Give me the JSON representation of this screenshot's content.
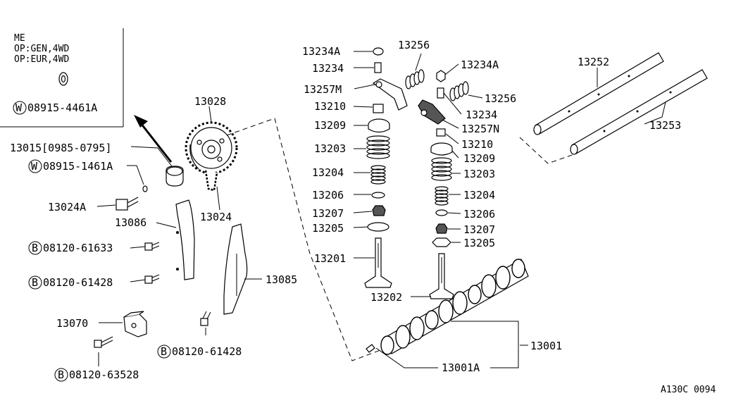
{
  "inset": {
    "lines": [
      "ME",
      "OP:GEN,4WD",
      "OP:EUR,4WD"
    ],
    "washer_ref": {
      "prefix": "W",
      "code": "08915-4461A"
    }
  },
  "labels": {
    "p13028": "13028",
    "p13015": "13015[0985-0795]",
    "w08915_1461a": {
      "prefix": "W",
      "code": "08915-1461A"
    },
    "p13024a": "13024A",
    "p13024": "13024",
    "p13086": "13086",
    "b08120_61633": {
      "prefix": "B",
      "code": "08120-61633"
    },
    "b08120_61428_left": {
      "prefix": "B",
      "code": "08120-61428"
    },
    "p13085": "13085",
    "p13070": "13070",
    "b08120_61428_bottom": {
      "prefix": "B",
      "code": "08120-61428"
    },
    "b08120_63528": {
      "prefix": "B",
      "code": "08120-63528"
    },
    "p13234a_left": "13234A",
    "p13256_top": "13256",
    "p13234a_right": "13234A",
    "p13234_left": "13234",
    "p13257m": "13257M",
    "p13256_right": "13256",
    "p13210_left": "13210",
    "p13234_right": "13234",
    "p13209_left": "13209",
    "p13257n": "13257N",
    "p13210_right": "13210",
    "p13203_left": "13203",
    "p13209_right": "13209",
    "p13204_left": "13204",
    "p13203_right": "13203",
    "p13206_left": "13206",
    "p13204_right": "13204",
    "p13207_left": "13207",
    "p13206_right": "13206",
    "p13205_left": "13205",
    "p13207_right": "13207",
    "p13205_right": "13205",
    "p13201": "13201",
    "p13202": "13202",
    "p13252": "13252",
    "p13253": "13253",
    "p13001": "13001",
    "p13001a": "13001A",
    "figure_code": "A130C 0094"
  }
}
